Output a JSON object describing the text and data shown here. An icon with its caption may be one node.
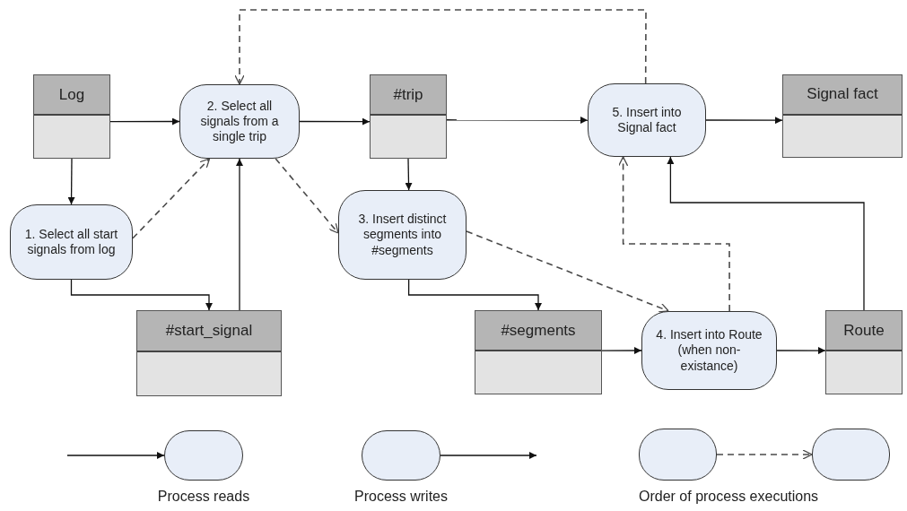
{
  "diagram": {
    "nodes": [
      {
        "text": [
          "Log"
        ]
      },
      {
        "text": [
          "2. Select all signals from a single trip"
        ]
      },
      {
        "text": [
          "#trip"
        ]
      },
      {
        "text": [
          "5. Insert into Signal fact"
        ]
      },
      {
        "text": [
          "Signal fact"
        ]
      },
      {
        "text": [
          "1. Select all start signals from log"
        ]
      },
      {
        "text": [
          "3. Insert distinct segments into #segments"
        ]
      },
      {
        "text": [
          "#start_signal"
        ]
      },
      {
        "text": [
          "#segments"
        ]
      },
      {
        "text": [
          "4. Insert into Route (when non-existance)"
        ]
      },
      {
        "text": [
          "Route"
        ]
      },
      {
        "text": [],
        "shape": "box"
      },
      {
        "text": [],
        "shape": "box"
      },
      {
        "text": [],
        "shape": "box"
      },
      {
        "text": [],
        "shape": "box"
      }
    ],
    "edges": [
      {
        "from": 0,
        "to": 1,
        "arrow": "to"
      },
      {
        "from": 0,
        "to": 5,
        "arrow": "to"
      },
      {
        "from": 5,
        "to": 1,
        "arrow": "to",
        "style": "dashed"
      },
      {
        "from": 5,
        "to": 7,
        "arrow": "to"
      },
      {
        "from": 7,
        "to": 1,
        "arrow": "to"
      },
      {
        "from": 1,
        "to": 2,
        "arrow": "to"
      },
      {
        "from": 1,
        "to": 6,
        "arrow": "to",
        "style": "dashed"
      },
      {
        "from": 2,
        "to": 6,
        "arrow": "to"
      },
      {
        "from": 2,
        "to": 3,
        "arrow": "to"
      },
      {
        "from": 3,
        "to": 1,
        "arrow": "to",
        "style": "dashed"
      },
      {
        "from": 3,
        "to": 4,
        "arrow": "to"
      },
      {
        "from": 6,
        "to": 8,
        "arrow": "to"
      },
      {
        "from": 6,
        "to": 9,
        "arrow": "to",
        "style": "dashed"
      },
      {
        "from": 8,
        "to": 9,
        "arrow": "to"
      },
      {
        "from": 9,
        "to": 3,
        "arrow": "to",
        "style": "dashed"
      },
      {
        "from": 9,
        "to": 10,
        "arrow": "to"
      },
      {
        "from": 10,
        "to": 3,
        "arrow": "to"
      },
      {
        "from": null,
        "to": 11,
        "arrow": "to"
      },
      {
        "from": 12,
        "to": null,
        "arrow": "to"
      },
      {
        "from": 13,
        "to": 14,
        "arrow": "to",
        "style": "dashed"
      }
    ],
    "labels": [
      "Process reads",
      "Process writes",
      "Order of process executions"
    ]
  }
}
